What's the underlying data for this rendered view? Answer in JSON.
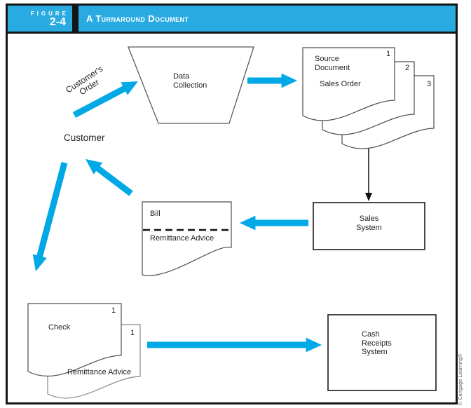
{
  "header": {
    "figure_label": "FIGURE",
    "figure_number": "2-4",
    "title": "A Turnaround Document"
  },
  "colors": {
    "accent": "#00A9E6",
    "header_bg": "#29ABE2"
  },
  "labels": {
    "customers_order": "Customer's\nOrder",
    "customer": "Customer",
    "data_collection": "Data\nCollection",
    "source_document": "Source\nDocument",
    "sales_order": "Sales Order",
    "source_copy_1": "1",
    "source_copy_2": "2",
    "source_copy_3": "3",
    "bill": "Bill",
    "bill_remittance_advice": "Remittance Advice",
    "sales_system": "Sales\nSystem",
    "check": "Check",
    "check_copy": "1",
    "remittance_copy": "1",
    "check_remittance_advice": "Remittance Advice",
    "cash_receipts_system": "Cash\nReceipts\nSystem"
  },
  "credit": "© Cengage Learning®"
}
